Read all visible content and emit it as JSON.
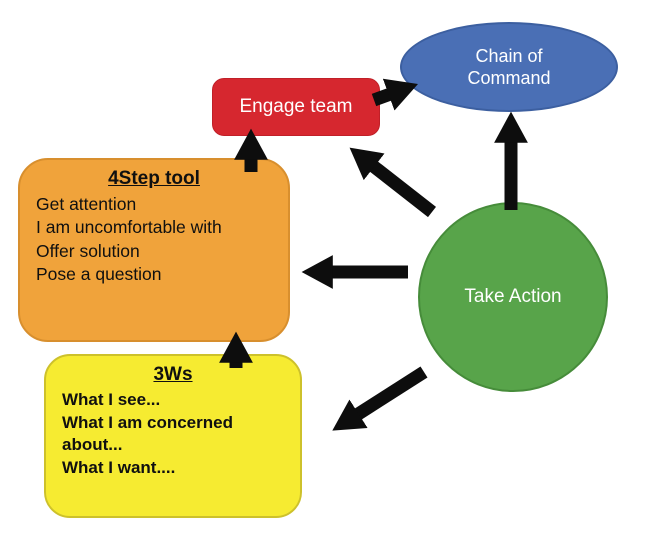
{
  "diagram": {
    "nodes": {
      "chain_of_command": {
        "label": "Chain of Command"
      },
      "engage_team": {
        "label": "Engage team"
      },
      "take_action": {
        "label": "Take Action"
      },
      "four_step_tool": {
        "title": "4Step tool",
        "lines": [
          "Get attention",
          "I am uncomfortable with",
          "Offer solution",
          "Pose a question"
        ]
      },
      "three_ws": {
        "title": "3Ws",
        "lines": [
          "What I see...",
          "What I am concerned about...",
          "What I want...."
        ]
      }
    },
    "colors": {
      "blue": "#4a6fb5",
      "red": "#d6272f",
      "orange": "#f0a33b",
      "yellow": "#f6eb31",
      "green": "#58a44a",
      "arrow": "#0d0d0d"
    }
  }
}
